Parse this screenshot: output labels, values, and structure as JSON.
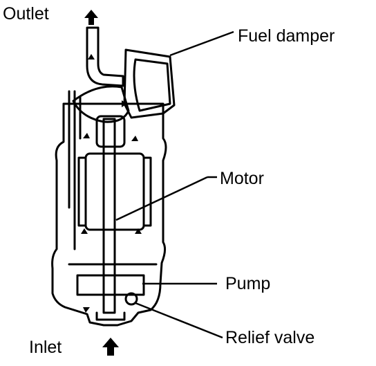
{
  "labels": {
    "outlet": "Outlet",
    "inlet": "Inlet",
    "fuel_damper": "Fuel damper",
    "motor": "Motor",
    "pump": "Pump",
    "relief_valve": "Relief valve"
  },
  "colors": {
    "ink": "#000000",
    "paper": "#ffffff"
  },
  "icons": {
    "flow": "flow-arrow-icon"
  }
}
